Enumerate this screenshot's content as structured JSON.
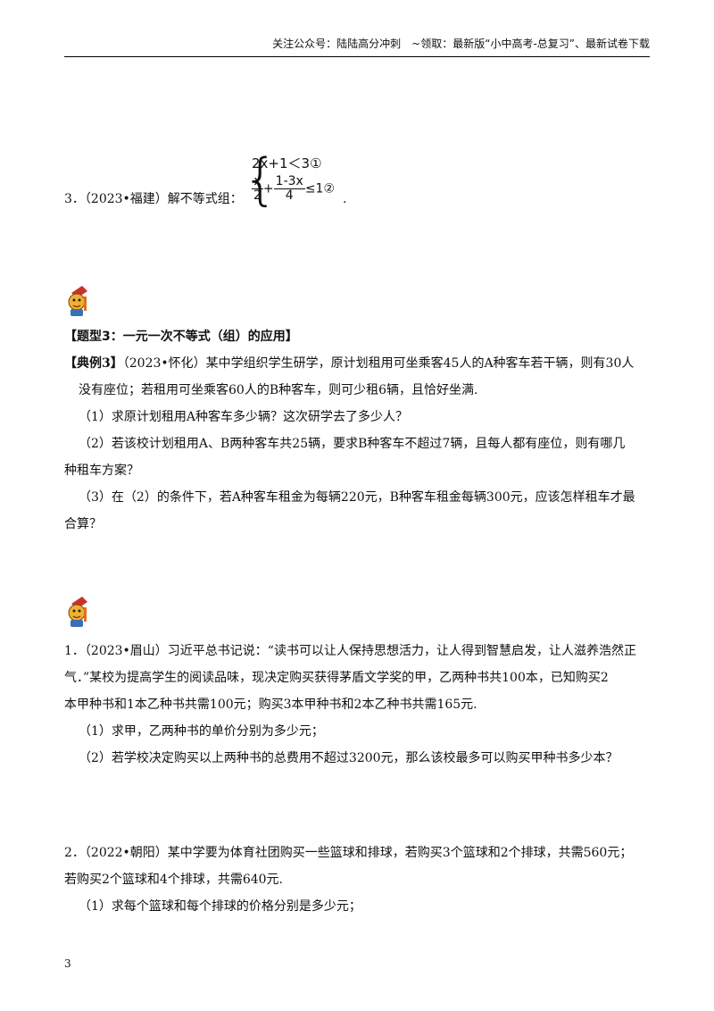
{
  "header": {
    "text": "关注公众号：陆陆高分冲刺　~领取：最新版“小中高考-总复习”、最新试卷下载"
  },
  "q3": {
    "label": "3．（2023•福建）解不等式组：",
    "eq1": "2x+1＜3①",
    "eq2_a_num": "x",
    "eq2_a_den": "2",
    "eq2_plus": "+",
    "eq2_b_num": "1-3x",
    "eq2_b_den": "4",
    "eq2_rest": "≤1②",
    "period": "."
  },
  "icon": "cartoon-pencil-mascot-icon",
  "type3": {
    "heading": "【题型3：一元一次不等式（组）的应用】",
    "example_tag": "【典例3】",
    "example_line1": "（2023•怀化）某中学组织学生研学，原计划租用可坐乘客45人的A种客车若干辆，则有30人",
    "example_line2": "没有座位；若租用可坐乘客60人的B种客车，则可少租6辆，且恰好坐满.",
    "p1": "（1）求原计划租用A种客车多少辆？这次研学去了多少人？",
    "p2_line1": "（2）若该校计划租用A、B两种客车共25辆，要求B种客车不超过7辆，且每人都有座位，则有哪几",
    "p2_line2": "种租车方案？",
    "p3_line1": "（3）在（2）的条件下，若A种客车租金为每辆220元，B种客车租金每辆300元，应该怎样租车才最",
    "p3_line2": "合算？"
  },
  "ex1": {
    "line1": "1．（2023•眉山）习近平总书记说：“读书可以让人保持思想活力，让人得到智慧启发，让人滋养浩然正",
    "line2": "气．”某校为提高学生的阅读品味，现决定购买获得茅盾文学奖的甲，乙两种书共100本，已知购买2",
    "line3": "本甲种书和1本乙种书共需100元；购买3本甲种书和2本乙种书共需165元.",
    "p1": "（1）求甲，乙两种书的单价分别为多少元；",
    "p2": "（2）若学校决定购买以上两种书的总费用不超过3200元，那么该校最多可以购买甲种书多少本？"
  },
  "ex2": {
    "line1": "2．（2022•朝阳）某中学要为体育社团购买一些篮球和排球，若购买3个篮球和2个排球，共需560元；",
    "line2": "若购买2个篮球和4个排球，共需640元.",
    "p1": "（1）求每个篮球和每个排球的价格分别是多少元；"
  },
  "page_number": "3"
}
